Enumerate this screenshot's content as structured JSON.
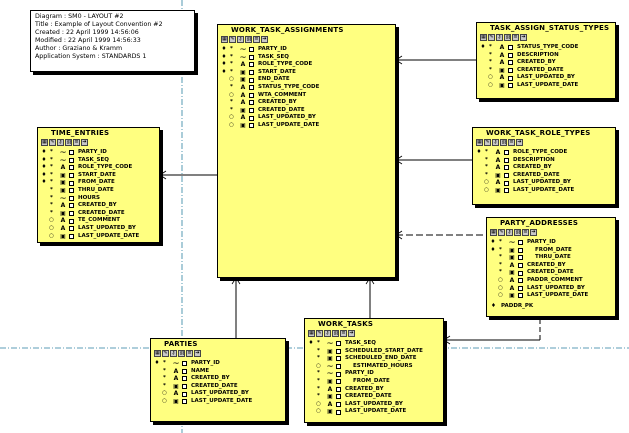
{
  "info": {
    "lines": [
      "Diagram : SM0 - LAYOUT #2",
      "Title : Example of Layout Convention #2",
      "Created : 22 April      1999 14:56:06",
      "Modified : 22 April      1999 14:56:33",
      "Author : Graziano & Kramm",
      "Application System : STANDARDS 1"
    ]
  },
  "entities": [
    {
      "id": "work-task-assignments",
      "title": "WORK_TASK_ASSIGNMENTS",
      "rows": [
        {
          "k1": "♦",
          "k2": "*",
          "k3": "⁓",
          "name": "PARTY_ID"
        },
        {
          "k1": "♦",
          "k2": "*",
          "k3": "⁓",
          "name": "TASK_SEQ"
        },
        {
          "k1": "♦",
          "k2": "*",
          "k3": "A",
          "name": "ROLE_TYPE_CODE"
        },
        {
          "k1": "♦",
          "k2": "*",
          "k3": "▣",
          "name": "START_DATE"
        },
        {
          "k1": "",
          "k2": "○",
          "k3": "▣",
          "name": "END_DATE"
        },
        {
          "k1": "",
          "k2": "*",
          "k3": "A",
          "name": "STATUS_TYPE_CODE"
        },
        {
          "k1": "",
          "k2": "○",
          "k3": "A",
          "name": "WTA_COMMENT"
        },
        {
          "k1": "",
          "k2": "*",
          "k3": "A",
          "name": "CREATED_BY"
        },
        {
          "k1": "",
          "k2": "*",
          "k3": "▣",
          "name": "CREATED_DATE"
        },
        {
          "k1": "",
          "k2": "○",
          "k3": "A",
          "name": "LAST_UPDATED_BY"
        },
        {
          "k1": "",
          "k2": "○",
          "k3": "▣",
          "name": "LAST_UPDATE_DATE"
        }
      ]
    },
    {
      "id": "task-assign-status-types",
      "title": "TASK_ASSIGN_STATUS_TYPES",
      "rows": [
        {
          "k1": "♦",
          "k2": "*",
          "k3": "A",
          "name": "STATUS_TYPE_CODE"
        },
        {
          "k1": "",
          "k2": "*",
          "k3": "A",
          "name": "DESCRIPTION"
        },
        {
          "k1": "",
          "k2": "*",
          "k3": "A",
          "name": "CREATED_BY"
        },
        {
          "k1": "",
          "k2": "*",
          "k3": "▣",
          "name": "CREATED_DATE"
        },
        {
          "k1": "",
          "k2": "○",
          "k3": "A",
          "name": "LAST_UPDATED_BY"
        },
        {
          "k1": "",
          "k2": "○",
          "k3": "▣",
          "name": "LAST_UPDATE_DATE"
        }
      ]
    },
    {
      "id": "time-entries",
      "title": "TIME_ENTRIES",
      "rows": [
        {
          "k1": "♦",
          "k2": "*",
          "k3": "⁓",
          "name": "PARTY_ID"
        },
        {
          "k1": "♦",
          "k2": "*",
          "k3": "⁓",
          "name": "TASK_SEQ"
        },
        {
          "k1": "♦",
          "k2": "*",
          "k3": "A",
          "name": "ROLE_TYPE_CODE"
        },
        {
          "k1": "♦",
          "k2": "*",
          "k3": "▣",
          "name": "START_DATE"
        },
        {
          "k1": "♦",
          "k2": "*",
          "k3": "▣",
          "name": "FROM_DATE"
        },
        {
          "k1": "",
          "k2": "*",
          "k3": "▣",
          "name": "THRU_DATE"
        },
        {
          "k1": "",
          "k2": "*",
          "k3": "⁓",
          "name": "HOURS"
        },
        {
          "k1": "",
          "k2": "*",
          "k3": "A",
          "name": "CREATED_BY"
        },
        {
          "k1": "",
          "k2": "*",
          "k3": "▣",
          "name": "CREATED_DATE"
        },
        {
          "k1": "",
          "k2": "○",
          "k3": "A",
          "name": "TE_COMMENT"
        },
        {
          "k1": "",
          "k2": "○",
          "k3": "A",
          "name": "LAST_UPDATED_BY"
        },
        {
          "k1": "",
          "k2": "○",
          "k3": "▣",
          "name": "LAST_UPDATE_DATE"
        }
      ]
    },
    {
      "id": "work-task-role-types",
      "title": "WORK_TASK_ROLE_TYPES",
      "rows": [
        {
          "k1": "♦",
          "k2": "*",
          "k3": "A",
          "name": "ROLE_TYPE_CODE"
        },
        {
          "k1": "",
          "k2": "*",
          "k3": "A",
          "name": "DESCRIPTION"
        },
        {
          "k1": "",
          "k2": "*",
          "k3": "A",
          "name": "CREATED_BY"
        },
        {
          "k1": "",
          "k2": "*",
          "k3": "▣",
          "name": "CREATED_DATE"
        },
        {
          "k1": "",
          "k2": "○",
          "k3": "A",
          "name": "LAST_UPDATED_BY"
        },
        {
          "k1": "",
          "k2": "○",
          "k3": "▣",
          "name": "LAST_UPDATE_DATE"
        }
      ]
    },
    {
      "id": "party-addresses",
      "title": "PARTY_ADDRESSES",
      "pk": "PADDR_PK",
      "rows": [
        {
          "k1": "♦",
          "k2": "*",
          "k3": "⁓",
          "name": "PARTY_ID"
        },
        {
          "k1": "♦",
          "k2": "*",
          "k3": "▣",
          "name": "FROM_DATE",
          "ind": true
        },
        {
          "k1": "",
          "k2": "*",
          "k3": "▣",
          "name": "THRU_DATE",
          "ind": true
        },
        {
          "k1": "",
          "k2": "*",
          "k3": "A",
          "name": "CREATED_BY"
        },
        {
          "k1": "",
          "k2": "*",
          "k3": "▣",
          "name": "CREATED_DATE"
        },
        {
          "k1": "",
          "k2": "○",
          "k3": "A",
          "name": "PADDR_COMMENT"
        },
        {
          "k1": "",
          "k2": "○",
          "k3": "A",
          "name": "LAST_UPDATED_BY"
        },
        {
          "k1": "",
          "k2": "○",
          "k3": "▣",
          "name": "LAST_UPDATE_DATE"
        }
      ]
    },
    {
      "id": "parties",
      "title": "PARTIES",
      "rows": [
        {
          "k1": "♦",
          "k2": "*",
          "k3": "⁓",
          "name": "PARTY_ID"
        },
        {
          "k1": "",
          "k2": "*",
          "k3": "A",
          "name": "NAME"
        },
        {
          "k1": "",
          "k2": "*",
          "k3": "A",
          "name": "CREATED_BY"
        },
        {
          "k1": "",
          "k2": "*",
          "k3": "▣",
          "name": "CREATED_DATE"
        },
        {
          "k1": "",
          "k2": "○",
          "k3": "A",
          "name": "LAST_UPDATED_BY"
        },
        {
          "k1": "",
          "k2": "○",
          "k3": "▣",
          "name": "LAST_UPDATE_DATE"
        }
      ]
    },
    {
      "id": "work-tasks",
      "title": "WORK_TASKS",
      "rows": [
        {
          "k1": "♦",
          "k2": "*",
          "k3": "⁓",
          "name": "TASK_SEQ"
        },
        {
          "k1": "",
          "k2": "*",
          "k3": "▣",
          "name": "SCHEDULED_START_DATE"
        },
        {
          "k1": "",
          "k2": "*",
          "k3": "▣",
          "name": "SCHEDULED_END_DATE"
        },
        {
          "k1": "",
          "k2": "○",
          "k3": "⁓",
          "name": "ESTIMATED_HOURS",
          "ind": true
        },
        {
          "k1": "",
          "k2": "*",
          "k3": "⁓",
          "name": "PARTY_ID"
        },
        {
          "k1": "",
          "k2": "*",
          "k3": "▣",
          "name": "FROM_DATE",
          "ind": true
        },
        {
          "k1": "",
          "k2": "*",
          "k3": "A",
          "name": "CREATED_BY"
        },
        {
          "k1": "",
          "k2": "*",
          "k3": "▣",
          "name": "CREATED_DATE"
        },
        {
          "k1": "",
          "k2": "○",
          "k3": "A",
          "name": "LAST_UPDATED_BY"
        },
        {
          "k1": "",
          "k2": "○",
          "k3": "▣",
          "name": "LAST_UPDATE_DATE"
        }
      ]
    }
  ],
  "toolbar_icons": [
    "table-icon",
    "pen-icon",
    "key-icon",
    "link-icon",
    "list-icon",
    "arrow-icon"
  ]
}
